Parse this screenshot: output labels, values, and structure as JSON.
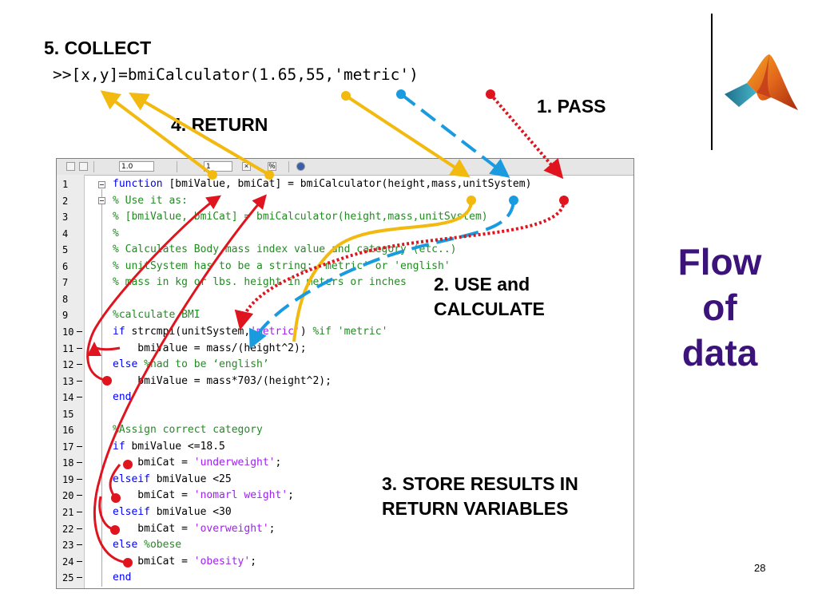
{
  "steps": {
    "collect": "5. COLLECT",
    "return": "4. RETURN",
    "pass": "1. PASS",
    "use_line1": "2. USE and",
    "use_line2": "CALCULATE",
    "store_line1": "3. STORE RESULTS IN",
    "store_line2": "RETURN VARIABLES"
  },
  "command": ">>[x,y]=bmiCalculator(1.65,55,'metric')",
  "title": {
    "line1": "Flow",
    "line2": "of",
    "line3": "data",
    "color": "#3b137a"
  },
  "page_number": "28",
  "logo_icon": "matlab-membrane-logo-icon",
  "toolbar": {
    "field1": "1.0",
    "field2": "1",
    "sym1": "×",
    "sym2": "%"
  },
  "arrow_colors": {
    "return": "#f2b90f",
    "pass_height": "#f2b90f",
    "pass_mass": "#1a9be0",
    "pass_unit": "#e0141e",
    "store": "#e0141e"
  },
  "code": [
    {
      "n": "1",
      "dash": false,
      "segs": [
        {
          "t": "function",
          "c": "k"
        },
        {
          "t": " [bmiValue, bmiCat] = bmiCalculator(height,mass,unitSystem)",
          "c": ""
        }
      ]
    },
    {
      "n": "2",
      "dash": false,
      "segs": [
        {
          "t": "% Use it as:",
          "c": "c"
        }
      ]
    },
    {
      "n": "3",
      "dash": false,
      "segs": [
        {
          "t": "% [bmiValue, bmiCat] = bmiCalculator(height,mass,unitSystem)",
          "c": "c"
        }
      ]
    },
    {
      "n": "4",
      "dash": false,
      "segs": [
        {
          "t": "%",
          "c": "c"
        }
      ]
    },
    {
      "n": "5",
      "dash": false,
      "segs": [
        {
          "t": "% Calculates Body mass index value and category (etc..)",
          "c": "c"
        }
      ]
    },
    {
      "n": "6",
      "dash": false,
      "segs": [
        {
          "t": "% unitSystem has to be a string: 'metric' or 'english'",
          "c": "c"
        }
      ]
    },
    {
      "n": "7",
      "dash": false,
      "segs": [
        {
          "t": "% mass in kg or lbs. height in meters or inches",
          "c": "c"
        }
      ]
    },
    {
      "n": "8",
      "dash": false,
      "segs": []
    },
    {
      "n": "9",
      "dash": false,
      "segs": [
        {
          "t": "%calculate BMI",
          "c": "c"
        }
      ]
    },
    {
      "n": "10",
      "dash": true,
      "segs": [
        {
          "t": "if",
          "c": "k"
        },
        {
          "t": " strcmpi(unitSystem,",
          "c": ""
        },
        {
          "t": "'metric'",
          "c": "s"
        },
        {
          "t": ") ",
          "c": ""
        },
        {
          "t": "%if 'metric'",
          "c": "c"
        }
      ]
    },
    {
      "n": "11",
      "dash": true,
      "segs": [
        {
          "t": "    bmiValue = mass/(height^2);",
          "c": ""
        }
      ]
    },
    {
      "n": "12",
      "dash": true,
      "segs": [
        {
          "t": "else",
          "c": "k"
        },
        {
          "t": " ",
          "c": ""
        },
        {
          "t": "%had to be ‘english’",
          "c": "c"
        }
      ]
    },
    {
      "n": "13",
      "dash": true,
      "segs": [
        {
          "t": "    bmiValue = mass*703/(height^2);",
          "c": ""
        }
      ]
    },
    {
      "n": "14",
      "dash": true,
      "segs": [
        {
          "t": "end",
          "c": "k"
        }
      ]
    },
    {
      "n": "15",
      "dash": false,
      "segs": []
    },
    {
      "n": "16",
      "dash": false,
      "segs": [
        {
          "t": "%Assign correct category",
          "c": "c"
        }
      ]
    },
    {
      "n": "17",
      "dash": true,
      "segs": [
        {
          "t": "if",
          "c": "k"
        },
        {
          "t": " bmiValue <=18.5",
          "c": ""
        }
      ]
    },
    {
      "n": "18",
      "dash": true,
      "segs": [
        {
          "t": "    bmiCat = ",
          "c": ""
        },
        {
          "t": "'underweight'",
          "c": "s"
        },
        {
          "t": ";",
          "c": ""
        }
      ]
    },
    {
      "n": "19",
      "dash": true,
      "segs": [
        {
          "t": "elseif",
          "c": "k"
        },
        {
          "t": " bmiValue <25",
          "c": ""
        }
      ]
    },
    {
      "n": "20",
      "dash": true,
      "segs": [
        {
          "t": "    bmiCat = ",
          "c": ""
        },
        {
          "t": "'nomarl weight'",
          "c": "s"
        },
        {
          "t": ";",
          "c": ""
        }
      ]
    },
    {
      "n": "21",
      "dash": true,
      "segs": [
        {
          "t": "elseif",
          "c": "k"
        },
        {
          "t": " bmiValue <30",
          "c": ""
        }
      ]
    },
    {
      "n": "22",
      "dash": true,
      "segs": [
        {
          "t": "    bmiCat = ",
          "c": ""
        },
        {
          "t": "'overweight'",
          "c": "s"
        },
        {
          "t": ";",
          "c": ""
        }
      ]
    },
    {
      "n": "23",
      "dash": true,
      "segs": [
        {
          "t": "else",
          "c": "k"
        },
        {
          "t": " ",
          "c": ""
        },
        {
          "t": "%obese",
          "c": "c"
        }
      ]
    },
    {
      "n": "24",
      "dash": true,
      "segs": [
        {
          "t": "    bmiCat = ",
          "c": ""
        },
        {
          "t": "'obesity'",
          "c": "s"
        },
        {
          "t": ";",
          "c": ""
        }
      ]
    },
    {
      "n": "25",
      "dash": true,
      "segs": [
        {
          "t": "end",
          "c": "k"
        }
      ]
    }
  ]
}
